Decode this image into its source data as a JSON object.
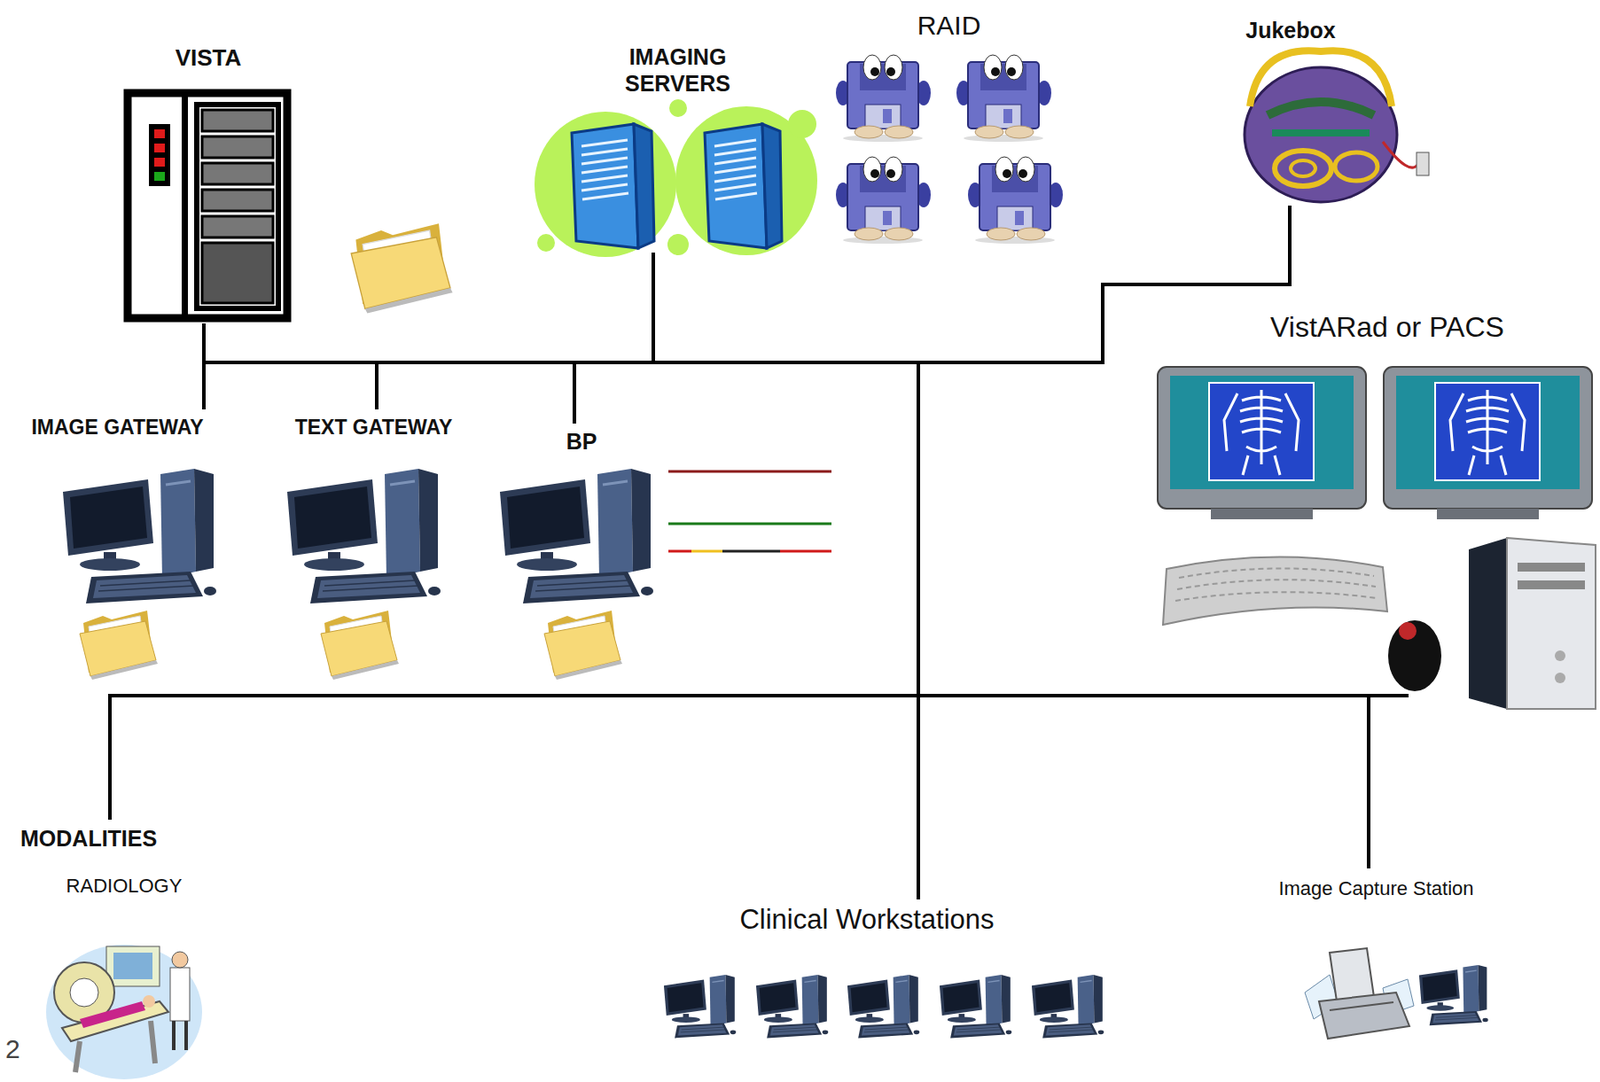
{
  "diagram": {
    "nodes": [
      {
        "text": [
          "VISTA"
        ]
      },
      {
        "text": [
          "IMAGING SERVERS"
        ]
      },
      {
        "text": [
          "RAID"
        ]
      },
      {
        "text": [
          "Jukebox"
        ]
      },
      {
        "text": [
          "VistARad or PACS"
        ]
      },
      {
        "text": [
          "IMAGE GATEWAY"
        ]
      },
      {
        "text": [
          "TEXT GATEWAY"
        ]
      },
      {
        "text": [
          "BP"
        ]
      },
      {
        "text": [
          "MODALITIES",
          "RADIOLOGY"
        ]
      },
      {
        "text": [
          "Clinical Workstations"
        ]
      },
      {
        "text": [
          "Image Capture Station"
        ]
      }
    ],
    "edges": [
      {
        "from": 0,
        "to": 5,
        "arrow": "none"
      },
      {
        "from": 0,
        "to": 6,
        "arrow": "none"
      },
      {
        "from": 0,
        "to": 7,
        "arrow": "none"
      },
      {
        "from": 0,
        "to": 1,
        "arrow": "none"
      },
      {
        "from": 0,
        "to": 3,
        "arrow": "none"
      },
      {
        "from": 0,
        "to": 9,
        "arrow": "none"
      },
      {
        "from": 9,
        "to": 8,
        "arrow": "none"
      },
      {
        "from": 9,
        "to": 10,
        "arrow": "none"
      },
      {
        "from": 9,
        "to": 4,
        "arrow": "none"
      }
    ],
    "labels": [
      "2"
    ]
  }
}
